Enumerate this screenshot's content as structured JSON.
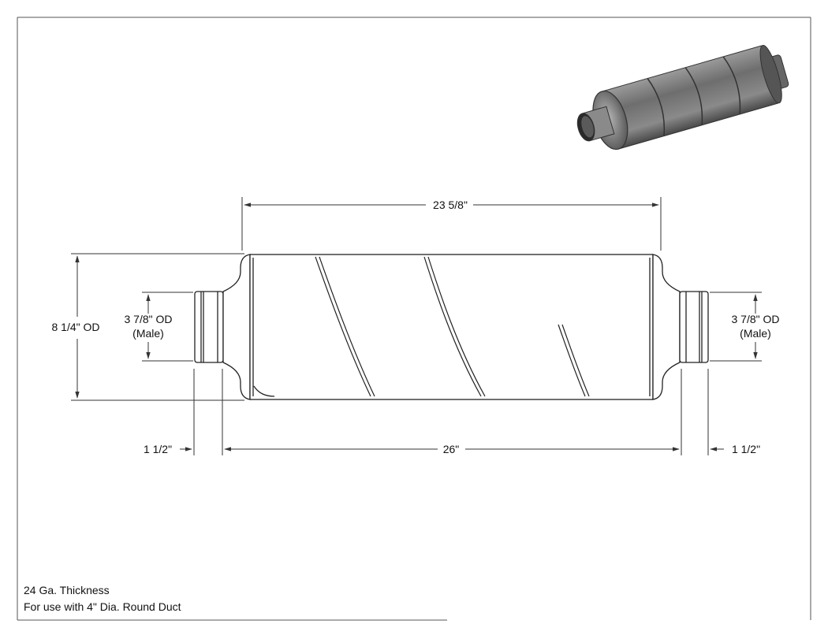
{
  "dimensions": {
    "body_length": "23 5/8\"",
    "overall_length": "26\"",
    "body_diameter": "8 1/4\" OD",
    "left_collar_dia": "3 7/8\" OD",
    "left_collar_type": "(Male)",
    "right_collar_dia": "3 7/8\" OD",
    "right_collar_type": "(Male)",
    "left_collar_length": "1 1/2\"",
    "right_collar_length": "1 1/2\""
  },
  "notes": {
    "thickness": "24 Ga. Thickness",
    "usage": "For use with 4\" Dia. Round Duct"
  },
  "colors": {
    "line": "#222222",
    "dim_line": "#333333",
    "body_fill": "#ffffff",
    "iso_body": "#7a7a7a",
    "iso_dark": "#3a3a3a"
  }
}
